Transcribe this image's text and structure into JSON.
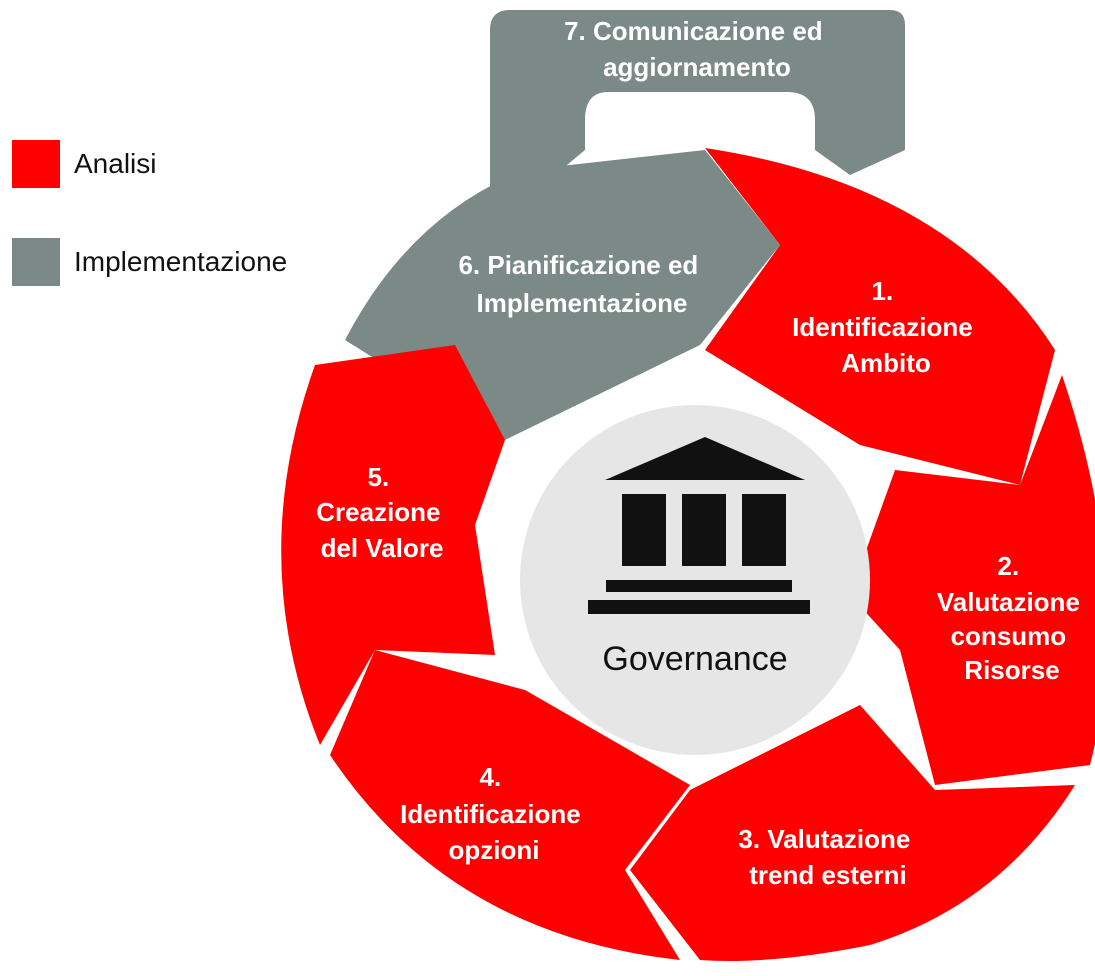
{
  "colors": {
    "analysis": "#ff0000",
    "implementation": "#7b8a86",
    "center": "#e6e6e6",
    "icon": "#111111"
  },
  "legend": [
    {
      "label": "Analisi",
      "color": "#ff0000"
    },
    {
      "label": "Implementazione",
      "color": "#7b8a86"
    }
  ],
  "top_box": {
    "lines": [
      "7. Comunicazione ed",
      "aggiornamento"
    ]
  },
  "segments": {
    "s1": {
      "lines": [
        "1.",
        "Identificazione",
        "Ambito"
      ]
    },
    "s2": {
      "lines": [
        "2.",
        "Valutazione",
        "consumo",
        "Risorse"
      ]
    },
    "s3": {
      "lines": [
        "3. Valutazione",
        "trend esterni"
      ]
    },
    "s4": {
      "lines": [
        "4.",
        "Identificazione",
        "opzioni"
      ]
    },
    "s5": {
      "lines": [
        "5.",
        "Creazione",
        "del Valore"
      ]
    },
    "s6": {
      "lines": [
        "6. Pianificazione ed",
        "Implementazione"
      ]
    }
  },
  "center": {
    "label": "Governance",
    "icon": "government-building-icon"
  }
}
